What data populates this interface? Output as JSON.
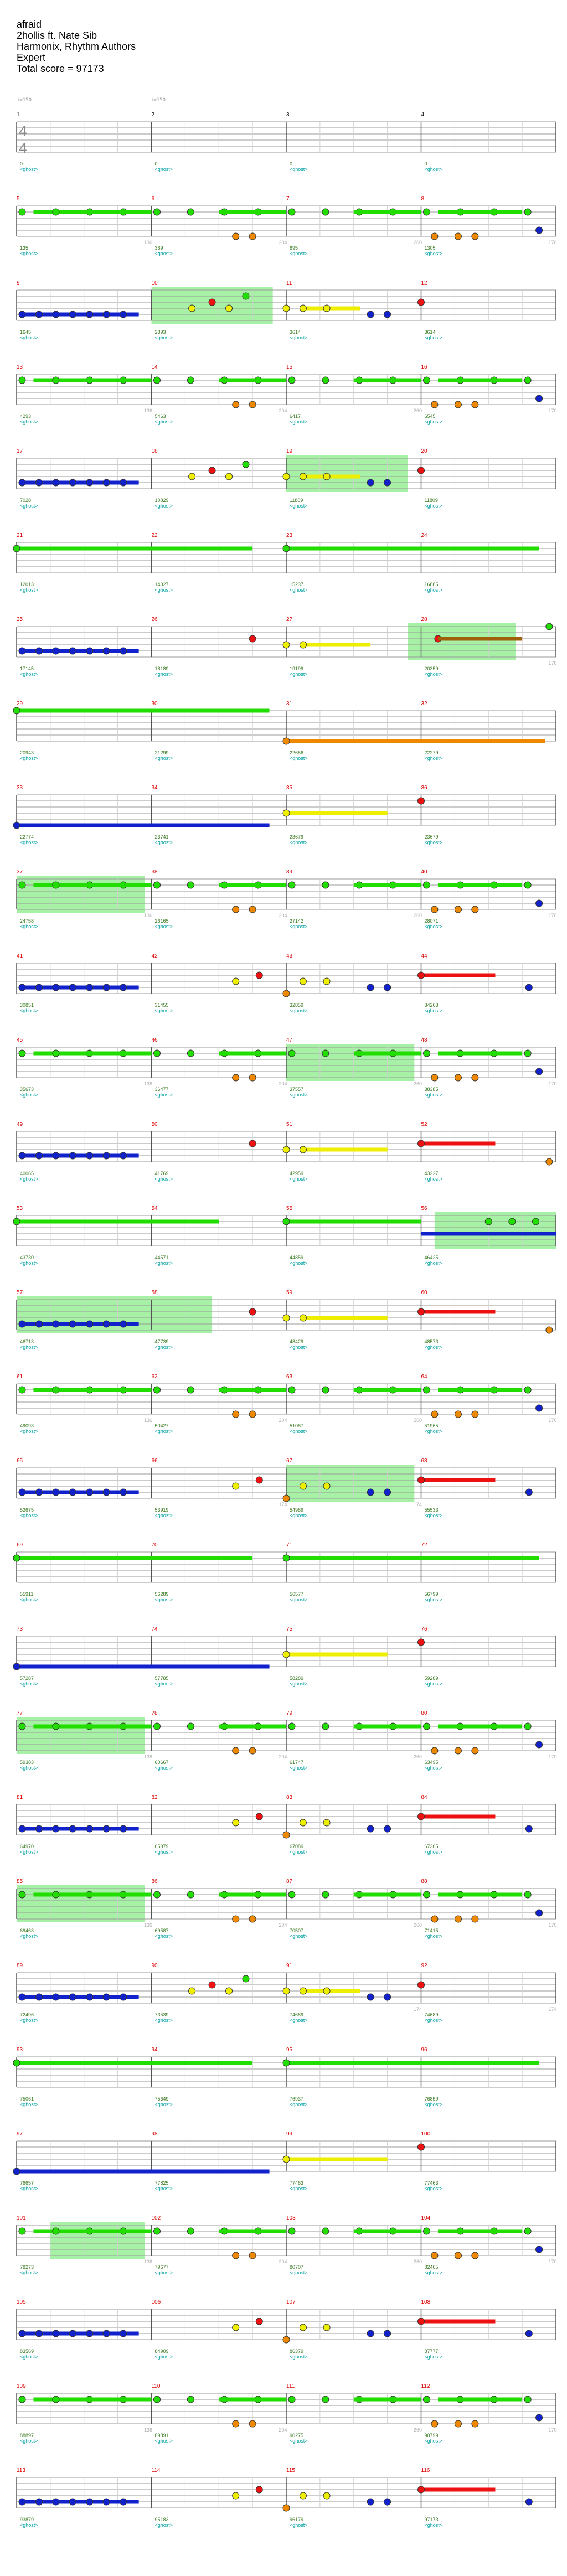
{
  "header": {
    "title": "afraid",
    "artist": "2hollis ft. Nate Sib",
    "charter": "Harmonix, Rhythm Authors",
    "difficulty": "Expert",
    "total_score": "Total score = 97173"
  },
  "tempo_marks": [
    "♩=150",
    "♩=150"
  ],
  "time_signature": {
    "top": "4",
    "bottom": "4"
  },
  "fx_label": "<ghost>",
  "colors": {
    "green": "#22dd00",
    "red": "#ee1111",
    "yellow": "#eeee00",
    "blue": "#1122cc",
    "orange": "#ee8800",
    "star": "#90ee90",
    "measure_number": "#dd0000",
    "staff": "#9a9a9a"
  },
  "rows": [
    {
      "measures": [
        "1",
        "2",
        "3",
        "4"
      ],
      "scores": [
        "0",
        "0",
        "0",
        "0"
      ],
      "ghost": [
        "",
        "",
        "",
        ""
      ],
      "pattern": "intro"
    },
    {
      "measures": [
        "5",
        "6",
        "7",
        "8"
      ],
      "scores": [
        "135",
        "369",
        "695",
        "1305"
      ],
      "ghost": [
        "136",
        "204",
        "260",
        "170"
      ],
      "pattern": "A"
    },
    {
      "measures": [
        "9",
        "10",
        "11",
        "12"
      ],
      "scores": [
        "1645",
        "2893",
        "3614",
        "3614"
      ],
      "ghost": [
        "",
        "",
        "",
        ""
      ],
      "pattern": "B",
      "star": [
        1,
        1.9
      ]
    },
    {
      "measures": [
        "13",
        "14",
        "15",
        "16"
      ],
      "scores": [
        "4293",
        "5463",
        "6417",
        "6545"
      ],
      "ghost": [
        "136",
        "204",
        "260",
        "170"
      ],
      "pattern": "A"
    },
    {
      "measures": [
        "17",
        "18",
        "19",
        "20"
      ],
      "scores": [
        "7028",
        "10829",
        "11809",
        "11809"
      ],
      "ghost": [
        "",
        "",
        "",
        ""
      ],
      "pattern": "B",
      "star": [
        2,
        2.9
      ]
    },
    {
      "measures": [
        "21",
        "22",
        "23",
        "24"
      ],
      "scores": [
        "12013",
        "14327",
        "15237",
        "16885"
      ],
      "ghost": [
        "",
        "",
        "",
        ""
      ],
      "pattern": "greenhold"
    },
    {
      "measures": [
        "25",
        "26",
        "27",
        "28"
      ],
      "scores": [
        "17145",
        "18189",
        "19199",
        "20359"
      ],
      "ghost": [
        "",
        "",
        "",
        "178"
      ],
      "pattern": "C",
      "star": [
        2.9,
        3.7
      ]
    },
    {
      "measures": [
        "29",
        "30",
        "31",
        "32"
      ],
      "scores": [
        "20943",
        "21299",
        "22656",
        "22279"
      ],
      "ghost": [
        "",
        "",
        "",
        ""
      ],
      "pattern": "D"
    },
    {
      "measures": [
        "33",
        "34",
        "35",
        "36"
      ],
      "scores": [
        "22774",
        "23741",
        "23679",
        "23679"
      ],
      "ghost": [
        "",
        "",
        "",
        ""
      ],
      "pattern": "E"
    },
    {
      "measures": [
        "37",
        "38",
        "39",
        "40"
      ],
      "scores": [
        "24758",
        "26165",
        "27142",
        "28071"
      ],
      "ghost": [
        "136",
        "204",
        "260",
        "170"
      ],
      "pattern": "A",
      "star": [
        0,
        0.95
      ]
    },
    {
      "measures": [
        "41",
        "42",
        "43",
        "44"
      ],
      "scores": [
        "30851",
        "31455",
        "32859",
        "34263"
      ],
      "ghost": [
        "",
        "",
        "",
        ""
      ],
      "pattern": "F"
    },
    {
      "measures": [
        "45",
        "46",
        "47",
        "48"
      ],
      "scores": [
        "35673",
        "36477",
        "37557",
        "38385"
      ],
      "ghost": [
        "136",
        "204",
        "260",
        "170"
      ],
      "pattern": "A",
      "star": [
        2,
        2.95
      ]
    },
    {
      "measures": [
        "49",
        "50",
        "51",
        "52"
      ],
      "scores": [
        "40065",
        "41769",
        "42959",
        "43227"
      ],
      "ghost": [
        "",
        "",
        "",
        ""
      ],
      "pattern": "G"
    },
    {
      "measures": [
        "53",
        "54",
        "55",
        "56"
      ],
      "scores": [
        "43730",
        "44571",
        "44859",
        "46425"
      ],
      "ghost": [
        "",
        "",
        "",
        ""
      ],
      "pattern": "H",
      "star": [
        3.1,
        4
      ]
    },
    {
      "measures": [
        "57",
        "58",
        "59",
        "60"
      ],
      "scores": [
        "46713",
        "47739",
        "48429",
        "48573"
      ],
      "ghost": [
        "",
        "",
        "",
        ""
      ],
      "pattern": "G",
      "star": [
        0,
        1.45
      ]
    },
    {
      "measures": [
        "61",
        "62",
        "63",
        "64"
      ],
      "scores": [
        "49093",
        "50427",
        "51087",
        "51965"
      ],
      "ghost": [
        "136",
        "204",
        "260",
        "170"
      ],
      "pattern": "A"
    },
    {
      "measures": [
        "65",
        "66",
        "67",
        "68"
      ],
      "scores": [
        "52675",
        "53919",
        "54969",
        "55533"
      ],
      "ghost": [
        "",
        "174",
        "174",
        ""
      ],
      "pattern": "F2",
      "star": [
        2,
        2.95
      ]
    },
    {
      "measures": [
        "69",
        "70",
        "71",
        "72"
      ],
      "scores": [
        "55911",
        "56289",
        "56577",
        "56799"
      ],
      "ghost": [
        "",
        "",
        "",
        ""
      ],
      "pattern": "greenhold"
    },
    {
      "measures": [
        "73",
        "74",
        "75",
        "76"
      ],
      "scores": [
        "57287",
        "57785",
        "58289",
        "59289"
      ],
      "ghost": [
        "",
        "",
        "",
        ""
      ],
      "pattern": "E"
    },
    {
      "measures": [
        "77",
        "78",
        "79",
        "80"
      ],
      "scores": [
        "59383",
        "60667",
        "61747",
        "63495"
      ],
      "ghost": [
        "136",
        "204",
        "260",
        "170"
      ],
      "pattern": "A",
      "star": [
        0,
        0.95
      ]
    },
    {
      "measures": [
        "81",
        "82",
        "83",
        "84"
      ],
      "scores": [
        "64970",
        "65879",
        "67089",
        "67365"
      ],
      "ghost": [
        "",
        "",
        "",
        ""
      ],
      "pattern": "F"
    },
    {
      "measures": [
        "85",
        "86",
        "87",
        "88"
      ],
      "scores": [
        "69463",
        "69587",
        "70507",
        "71415"
      ],
      "ghost": [
        "136",
        "204",
        "260",
        "170"
      ],
      "pattern": "A",
      "star": [
        0,
        0.95
      ]
    },
    {
      "measures": [
        "89",
        "90",
        "91",
        "92"
      ],
      "scores": [
        "72496",
        "73539",
        "74689",
        "74689"
      ],
      "ghost": [
        "",
        "",
        "174",
        "174"
      ],
      "pattern": "B"
    },
    {
      "measures": [
        "93",
        "94",
        "95",
        "96"
      ],
      "scores": [
        "75061",
        "75649",
        "76937",
        "76859"
      ],
      "ghost": [
        "",
        "",
        "",
        ""
      ],
      "pattern": "greenhold"
    },
    {
      "measures": [
        "97",
        "98",
        "99",
        "100"
      ],
      "scores": [
        "76657",
        "77825",
        "77463",
        "77463"
      ],
      "ghost": [
        "",
        "",
        "",
        ""
      ],
      "pattern": "E"
    },
    {
      "measures": [
        "101",
        "102",
        "103",
        "104"
      ],
      "scores": [
        "78273",
        "79677",
        "80707",
        "82465"
      ],
      "ghost": [
        "136",
        "204",
        "260",
        "170"
      ],
      "pattern": "A",
      "star": [
        0.25,
        0.95
      ]
    },
    {
      "measures": [
        "105",
        "106",
        "107",
        "108"
      ],
      "scores": [
        "83569",
        "84909",
        "86379",
        "87777"
      ],
      "ghost": [
        "",
        "",
        "",
        ""
      ],
      "pattern": "F"
    },
    {
      "measures": [
        "109",
        "110",
        "111",
        "112"
      ],
      "scores": [
        "88897",
        "89891",
        "90275",
        "90799"
      ],
      "ghost": [
        "136",
        "204",
        "260",
        "170"
      ],
      "pattern": "A"
    },
    {
      "measures": [
        "113",
        "114",
        "115",
        "116"
      ],
      "scores": [
        "93879",
        "95183",
        "96179",
        "97173"
      ],
      "ghost": [
        "",
        "",
        "",
        ""
      ],
      "pattern": "F"
    }
  ]
}
